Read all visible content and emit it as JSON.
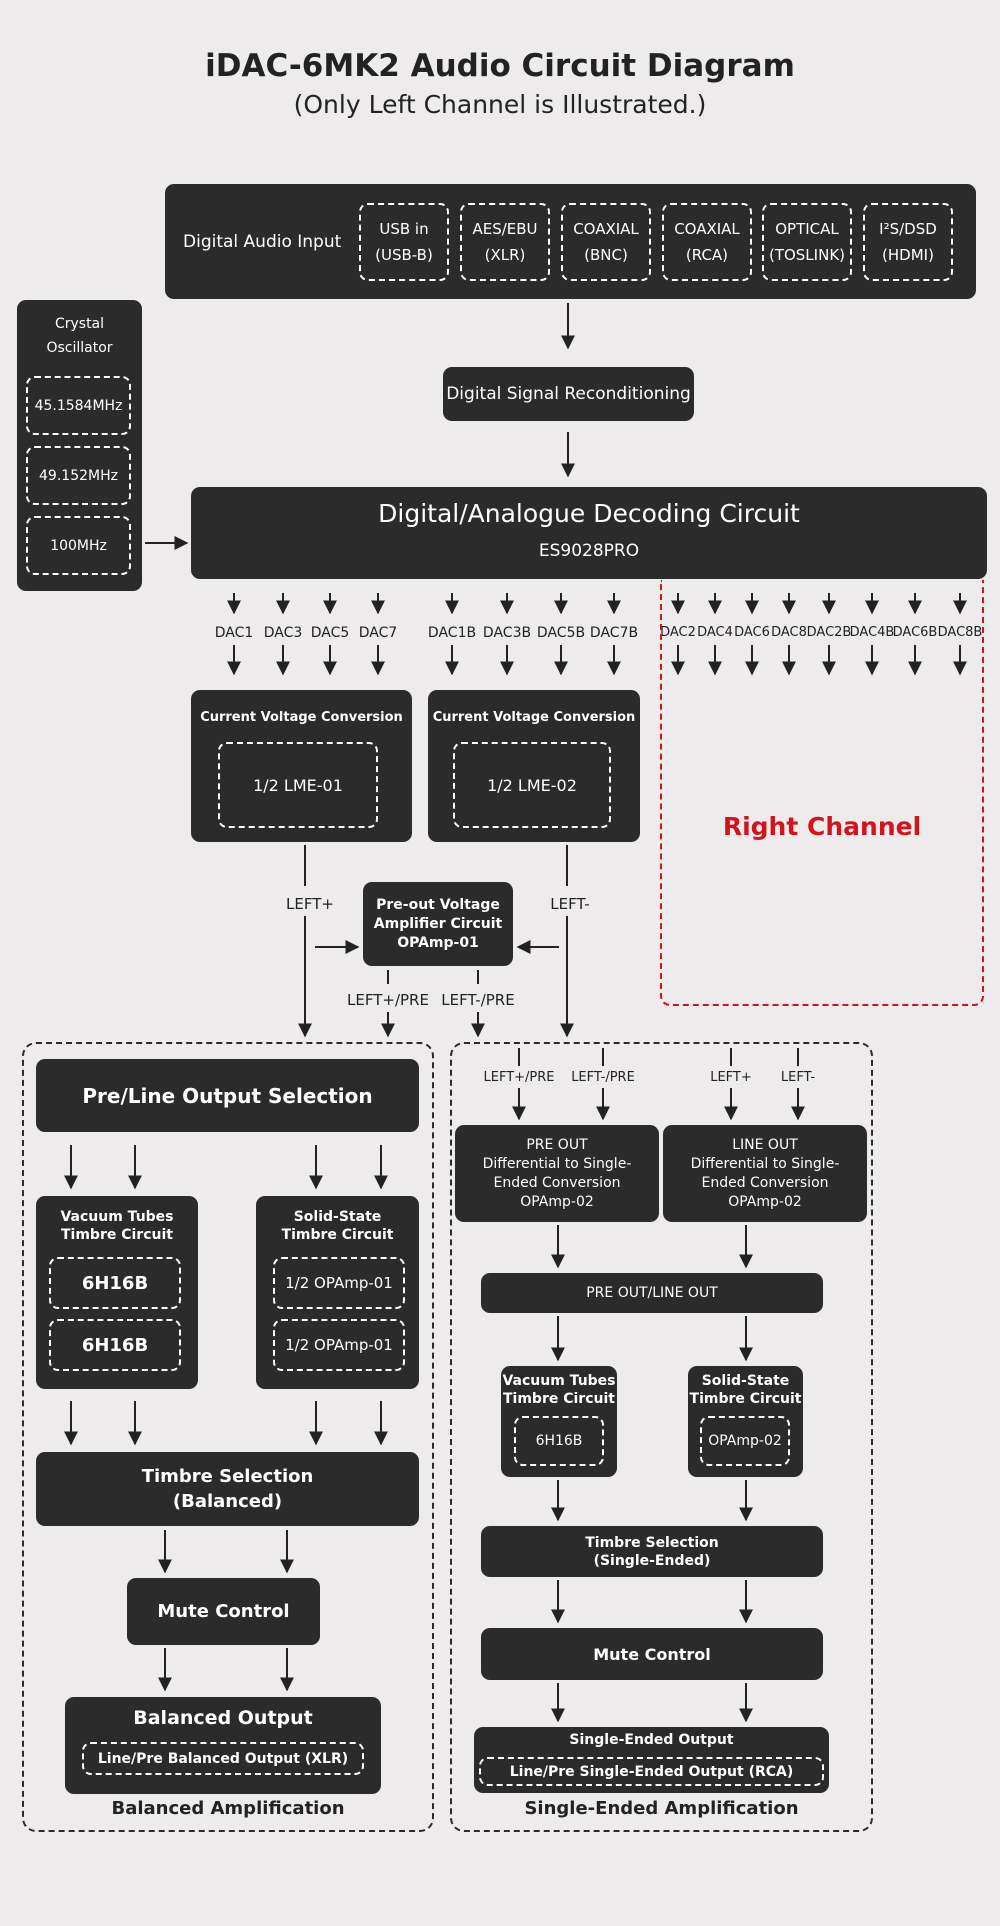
{
  "title": "iDAC-6MK2 Audio Circuit Diagram",
  "subtitle": "(Only Left Channel is Illustrated.)",
  "input": {
    "label": "Digital Audio Input",
    "ports": [
      {
        "name": "USB in",
        "type": "(USB-B)"
      },
      {
        "name": "AES/EBU",
        "type": "(XLR)"
      },
      {
        "name": "COAXIAL",
        "type": "(BNC)"
      },
      {
        "name": "COAXIAL",
        "type": "(RCA)"
      },
      {
        "name": "OPTICAL",
        "type": "(TOSLINK)"
      },
      {
        "name": "I²S/DSD",
        "type": "(HDMI)"
      }
    ]
  },
  "crystal": {
    "label": "Crystal\nOscillator",
    "freqs": [
      "45.1584MHz",
      "49.152MHz",
      "100MHz"
    ]
  },
  "reconditioning": "Digital Signal Reconditioning",
  "decoder": {
    "title": "Digital/Analogue Decoding Circuit",
    "chip": "ES9028PRO"
  },
  "dac_left_a": [
    "DAC1",
    "DAC3",
    "DAC5",
    "DAC7"
  ],
  "dac_left_b": [
    "DAC1B",
    "DAC3B",
    "DAC5B",
    "DAC7B"
  ],
  "dac_right": [
    "DAC2",
    "DAC4",
    "DAC6",
    "DAC8",
    "DAC2B",
    "DAC4B",
    "DAC6B",
    "DAC8B"
  ],
  "right_channel": "Right Channel",
  "ivc": [
    {
      "title": "Current Voltage Conversion",
      "chip": "1/2 LME-01"
    },
    {
      "title": "Current Voltage Conversion",
      "chip": "1/2 LME-02"
    }
  ],
  "signals": {
    "left_plus": "LEFT+",
    "left_minus": "LEFT-",
    "left_plus_pre": "LEFT+/PRE",
    "left_minus_pre": "LEFT-/PRE"
  },
  "preout_amp": "Pre-out Voltage\nAmplifier Circuit\nOPAmp-01",
  "balanced": {
    "section_label": "Balanced Amplification",
    "selection": "Pre/Line Output Selection",
    "tube": {
      "title": "Vacuum Tubes\nTimbre Circuit",
      "chips": [
        "6H16B",
        "6H16B"
      ]
    },
    "solid": {
      "title": "Solid-State\nTimbre Circuit",
      "chips": [
        "1/2 OPAmp-01",
        "1/2 OPAmp-01"
      ]
    },
    "timbre": "Timbre Selection\n(Balanced)",
    "mute": "Mute Control",
    "output": {
      "title": "Balanced Output",
      "sub": "Line/Pre Balanced Output (XLR)"
    }
  },
  "single": {
    "section_label": "Single-Ended Amplification",
    "pre_out": "PRE OUT\nDifferential to Single-\nEnded Conversion\nOPAmp-02",
    "line_out": "LINE OUT\nDifferential to Single-\nEnded Conversion\nOPAmp-02",
    "selector": "PRE OUT/LINE OUT",
    "tube": {
      "title": "Vacuum Tubes\nTimbre Circuit",
      "chip": "6H16B"
    },
    "solid": {
      "title": "Solid-State\nTimbre Circuit",
      "chip": "OPAmp-02"
    },
    "timbre": "Timbre Selection\n(Single-Ended)",
    "mute": "Mute Control",
    "output": {
      "title": "Single-Ended Output",
      "sub": "Line/Pre Single-Ended Output (RCA)"
    }
  },
  "colors": {
    "box": "#2b2b2b",
    "background": "#edebec",
    "right_channel": "#d4141c"
  }
}
